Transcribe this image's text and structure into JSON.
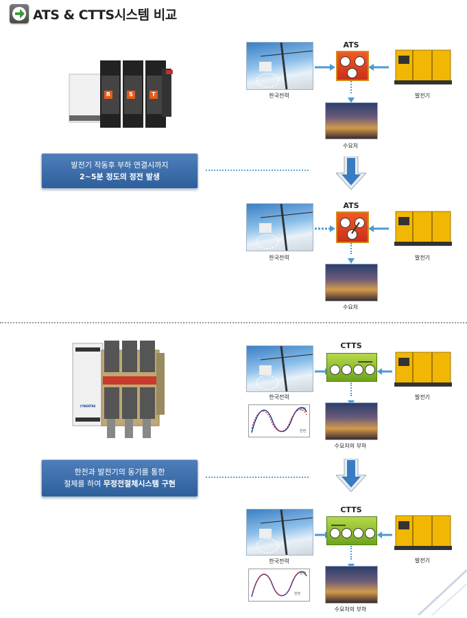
{
  "title": "ATS & CTTS시스템 비교",
  "colors": {
    "arrow_blue": "#4a9ad6",
    "ats_red": "#e8421e",
    "ctts_green": "#8cbf2e",
    "panel_blue": "#3d6fab",
    "generator_yellow": "#f2b705"
  },
  "ats": {
    "switch_labels": [
      "R",
      "S",
      "T"
    ],
    "panel_line1": "발전기 작동후 부하 연결시까지",
    "panel_line2": "2~5분 정도의 정전 발생",
    "top": {
      "box_label": "ATS",
      "utility_label": "한국전력",
      "generator_label": "발전기",
      "load_label": "수요처"
    },
    "bottom": {
      "box_label": "ATS",
      "utility_label": "한국전력",
      "generator_label": "발전기",
      "load_label": "수요처"
    }
  },
  "ctts": {
    "device_badge": "CYBERTEK",
    "panel_line1": "한전과 발전기의 동기를 통한",
    "panel_line2_prefix": "절체를 하여 ",
    "panel_line2_bold": "무정전절체시스템 구현",
    "top": {
      "box_label": "CTTS",
      "utility_label": "한국전력",
      "generator_label": "발전기",
      "load_label": "수요처의 부하",
      "wave_labels": [
        "발전",
        "한전"
      ]
    },
    "bottom": {
      "box_label": "CTTS",
      "utility_label": "한국전력",
      "generator_label": "발전기",
      "load_label": "수요처의 부하",
      "wave_labels": [
        "발전",
        "한전"
      ]
    }
  }
}
